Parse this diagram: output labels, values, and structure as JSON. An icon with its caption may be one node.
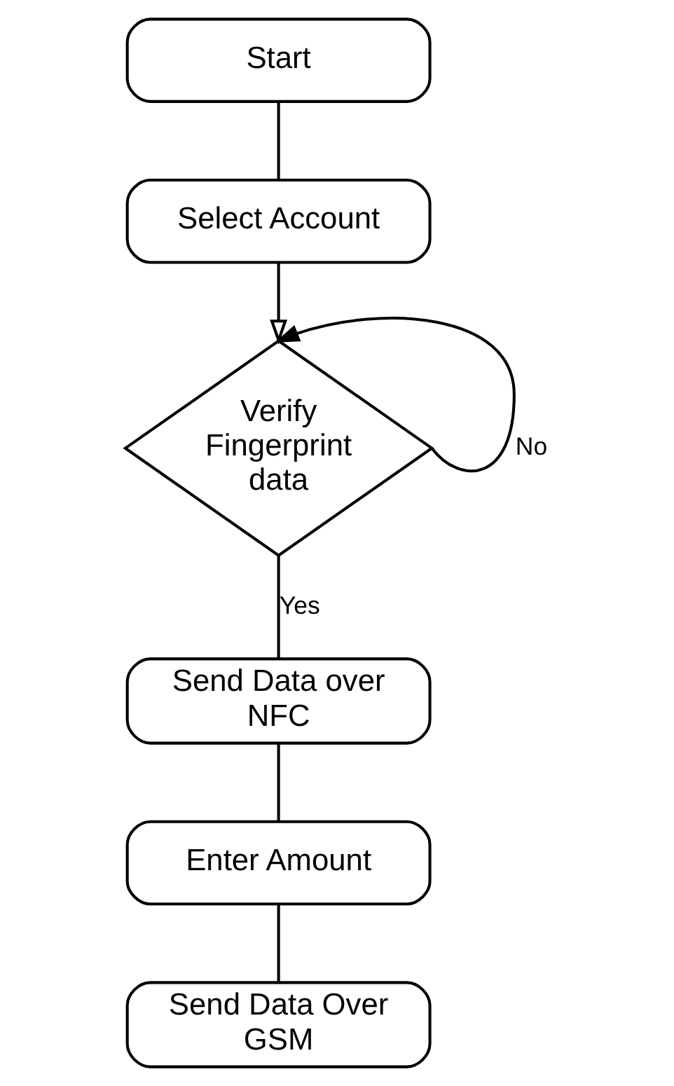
{
  "diagram": {
    "nodes": [
      {
        "text": [
          "Start"
        ]
      },
      {
        "text": [
          "Select Account"
        ]
      },
      {
        "text": [
          "Verify Fingerprint data"
        ]
      },
      {
        "text": [
          "Send Data over NFC"
        ]
      },
      {
        "text": [
          "Enter Amount"
        ]
      },
      {
        "text": [
          "Send Data Over GSM"
        ]
      }
    ],
    "edges": [
      {
        "from": 0,
        "to": 1,
        "arrow": "none"
      },
      {
        "from": 1,
        "to": 2,
        "arrow": "to"
      },
      {
        "from": 2,
        "to": 2,
        "arrow": "to",
        "label": "No"
      },
      {
        "from": 2,
        "to": 3,
        "arrow": "none",
        "label": "Yes"
      },
      {
        "from": 3,
        "to": 4,
        "arrow": "none"
      },
      {
        "from": 4,
        "to": 5,
        "arrow": "none"
      }
    ]
  }
}
